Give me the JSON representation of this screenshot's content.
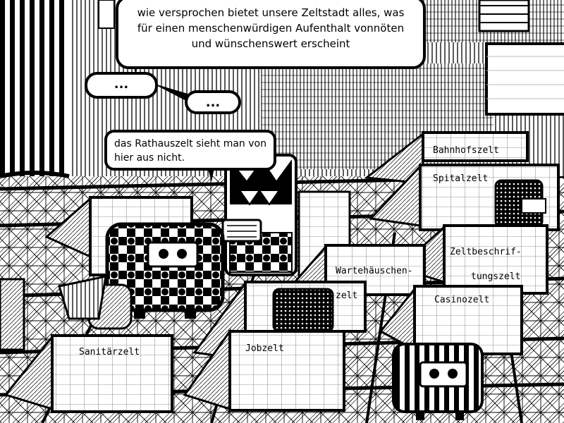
{
  "speech": {
    "main_line1": "wie versprochen bietet unsere Zeltstadt alles, was",
    "main_line2": "für einen menschenwürdigen Aufenthalt vonnöten",
    "main_line3": "und wünschenswert erscheint",
    "dots_left": "...",
    "dots_right": "...",
    "small_line1": "das Rathauszelt sieht man von",
    "small_line2": "hier aus nicht."
  },
  "tents": {
    "bahnhof": "Bahnhofszelt",
    "spital": "Spitalzelt",
    "beschrift_1": "Zeltbeschrif-",
    "beschrift_2": "tungszelt",
    "warte_1": "Wartehäuschen-",
    "warte_2": "zelt",
    "casino": "Casinozelt",
    "sanitaer": "Sanitärzelt",
    "job": "Jobzelt"
  }
}
